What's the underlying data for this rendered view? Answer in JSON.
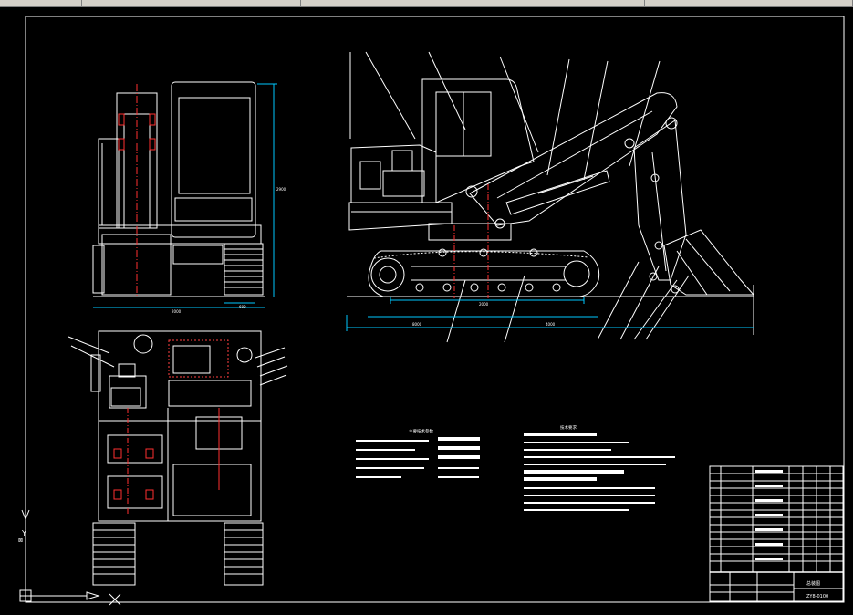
{
  "app": {
    "toolbar_segments": [
      "",
      "",
      "",
      "",
      "",
      ""
    ]
  },
  "colors": {
    "background": "#000000",
    "line": "#ffffff",
    "dimension": "#00c8ff",
    "centerline": "#ff3030",
    "hidden": "#ff4040"
  },
  "drawing": {
    "tech_params_title": "主要技术参数",
    "tech_requirements_title": "技术要求",
    "title_block_name": "总装图",
    "title_block_code": "ZY8-0100"
  },
  "dimensions": {
    "side_total": "8000",
    "side_track": "2000",
    "side_overall": "4000",
    "front_width": "2000",
    "front_offset": "600",
    "front_height": "2900"
  },
  "icons": {
    "ucs_icon": "ucs-axis-icon",
    "cursor_icon": "crosshair-icon"
  }
}
